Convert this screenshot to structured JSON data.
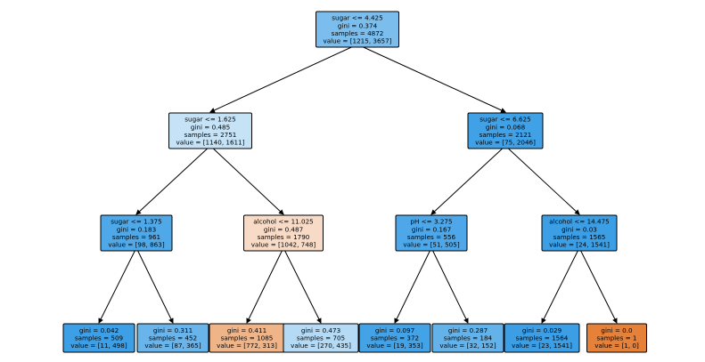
{
  "tree": {
    "type": "decision-tree",
    "nodes": [
      {
        "id": "root",
        "lines": [
          "sugar <= 4.425",
          "gini = 0.374",
          "samples = 4872",
          "value = [1215, 3657]"
        ],
        "fill": "#7bbeee"
      },
      {
        "id": "n-l",
        "lines": [
          "sugar <= 1.625",
          "gini = 0.485",
          "samples = 2751",
          "value = [1140, 1611]"
        ],
        "fill": "#c5e2f7"
      },
      {
        "id": "n-r",
        "lines": [
          "sugar <= 6.625",
          "gini = 0.068",
          "samples = 2121",
          "value = [75, 2046]"
        ],
        "fill": "#40a1e6"
      },
      {
        "id": "n-ll",
        "lines": [
          "sugar <= 1.375",
          "gini = 0.183",
          "samples = 961",
          "value = [98, 863]"
        ],
        "fill": "#4fa8e8"
      },
      {
        "id": "n-lr",
        "lines": [
          "alcohol <= 11.025",
          "gini = 0.487",
          "samples = 1790",
          "value = [1042, 748]"
        ],
        "fill": "#f8dbc7"
      },
      {
        "id": "n-rl",
        "lines": [
          "pH <= 3.275",
          "gini = 0.167",
          "samples = 556",
          "value = [51, 505]"
        ],
        "fill": "#4da7e8"
      },
      {
        "id": "n-rr",
        "lines": [
          "alcohol <= 14.475",
          "gini = 0.03",
          "samples = 1565",
          "value = [24, 1541]"
        ],
        "fill": "#3c9fe5"
      },
      {
        "id": "leaf-1",
        "lines": [
          "gini = 0.042",
          "samples = 509",
          "value = [11, 498]"
        ],
        "fill": "#3d9fe6"
      },
      {
        "id": "leaf-2",
        "lines": [
          "gini = 0.311",
          "samples = 452",
          "value = [87, 365]"
        ],
        "fill": "#68b4eb"
      },
      {
        "id": "leaf-3",
        "lines": [
          "gini = 0.411",
          "samples = 1085",
          "value = [772, 313]"
        ],
        "fill": "#f0b489"
      },
      {
        "id": "leaf-4",
        "lines": [
          "gini = 0.473",
          "samples = 705",
          "value = [270, 435]"
        ],
        "fill": "#b4daf5"
      },
      {
        "id": "leaf-5",
        "lines": [
          "gini = 0.097",
          "samples = 372",
          "value = [19, 353]"
        ],
        "fill": "#44a2e6"
      },
      {
        "id": "leaf-6",
        "lines": [
          "gini = 0.287",
          "samples = 184",
          "value = [32, 152]"
        ],
        "fill": "#63b2ea"
      },
      {
        "id": "leaf-7",
        "lines": [
          "gini = 0.029",
          "samples = 1564",
          "value = [23, 1541]"
        ],
        "fill": "#3c9ee5"
      },
      {
        "id": "leaf-8",
        "lines": [
          "gini = 0.0",
          "samples = 1",
          "value = [1, 0]"
        ],
        "fill": "#e58139"
      }
    ],
    "edges": [
      [
        "root",
        "n-l"
      ],
      [
        "root",
        "n-r"
      ],
      [
        "n-l",
        "n-ll"
      ],
      [
        "n-l",
        "n-lr"
      ],
      [
        "n-r",
        "n-rl"
      ],
      [
        "n-r",
        "n-rr"
      ],
      [
        "n-ll",
        "leaf-1"
      ],
      [
        "n-ll",
        "leaf-2"
      ],
      [
        "n-lr",
        "leaf-3"
      ],
      [
        "n-lr",
        "leaf-4"
      ],
      [
        "n-rl",
        "leaf-5"
      ],
      [
        "n-rl",
        "leaf-6"
      ],
      [
        "n-rr",
        "leaf-7"
      ],
      [
        "n-rr",
        "leaf-8"
      ]
    ]
  }
}
